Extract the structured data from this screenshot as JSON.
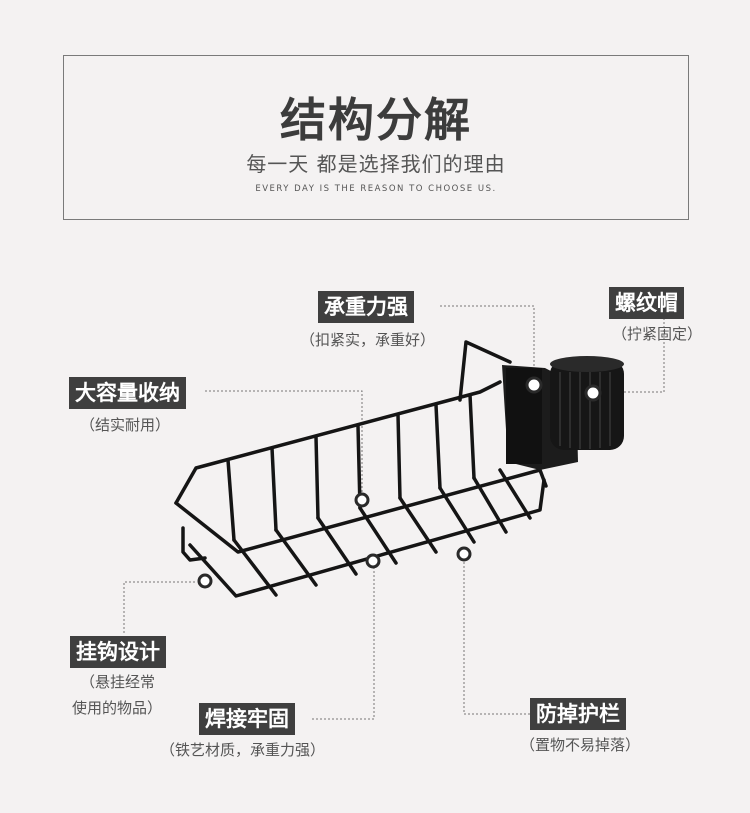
{
  "header": {
    "title": "结构分解",
    "subtitle": "每一天 都是选择我们的理由",
    "english": "EVERY DAY IS THE REASON TO CHOOSE US."
  },
  "features": [
    {
      "label": "承重力强",
      "note": "（扣紧实，承重好）"
    },
    {
      "label": "螺纹帽",
      "note": "（拧紧固定）"
    },
    {
      "label": "大容量收纳",
      "note": "（结实耐用）"
    },
    {
      "label": "挂钩设计",
      "note_line1": "（悬挂经常",
      "note_line2": "使用的物品）"
    },
    {
      "label": "焊接牢固",
      "note": "（铁艺材质，承重力强）"
    },
    {
      "label": "防掉护栏",
      "note": "（置物不易掉落）"
    }
  ]
}
